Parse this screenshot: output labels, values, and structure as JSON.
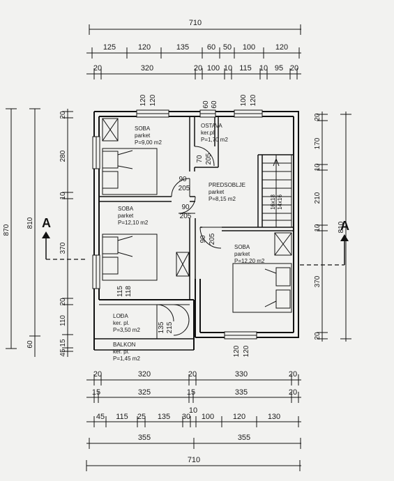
{
  "dims_top": {
    "total": "710",
    "row2": [
      "125",
      "120",
      "135",
      "60",
      "50",
      "100",
      "120"
    ],
    "row3": [
      "20",
      "320",
      "20",
      "100",
      "10",
      "115",
      "10",
      "95",
      "20"
    ]
  },
  "dims_bottom": {
    "row1": [
      "20",
      "320",
      "20",
      "330",
      "20"
    ],
    "row2": [
      "15",
      "325",
      "15",
      "335",
      "20"
    ],
    "row3_top": "10",
    "row3": [
      "45",
      "115",
      "25",
      "135",
      "30",
      "100",
      "120",
      "130"
    ],
    "row4": [
      "355",
      "355"
    ],
    "total": "710"
  },
  "dims_left": {
    "outer": "870",
    "inner": "810",
    "chain": [
      "20",
      "280",
      "10",
      "370",
      "20",
      "110",
      "60",
      "15",
      "45"
    ]
  },
  "dims_right": {
    "outer": "810",
    "chain": [
      "20",
      "170",
      "10",
      "210",
      "10",
      "370",
      "20"
    ]
  },
  "windows": {
    "w1": [
      "120",
      "120"
    ],
    "w2": [
      "60",
      "60"
    ],
    "w3": [
      "100",
      "120"
    ],
    "w4": [
      "120",
      "120"
    ]
  },
  "doors": {
    "d1": [
      "90",
      "205"
    ],
    "d2": [
      "90",
      "205"
    ],
    "d3": [
      "70",
      "205"
    ],
    "d4": [
      "90",
      "205"
    ],
    "d5": [
      "115",
      "118"
    ],
    "d6": [
      "135",
      "215"
    ],
    "stair": [
      "16x18",
      "14x16"
    ]
  },
  "rooms": {
    "soba1": {
      "name": "SOBA",
      "floor": "parket",
      "area": "P=9,00 m2"
    },
    "soba2": {
      "name": "SOBA",
      "floor": "parket",
      "area": "P=12,10 m2"
    },
    "soba3": {
      "name": "SOBA",
      "floor": "parket",
      "area": "P=12,20 m2"
    },
    "ostava": {
      "name": "OSTAVA",
      "floor": "ker.pl.",
      "area": "P=1,70 m2"
    },
    "predsoblje": {
      "name": "PREDSOBLJE",
      "floor": "parket",
      "area": "P=8,15 m2"
    },
    "loda": {
      "name": "LOĐA",
      "floor": "ker. pl.",
      "area": "P=3,50 m2"
    },
    "balkon": {
      "name": "BALKON",
      "floor": "ker. pl.",
      "area": "P=1,45 m2"
    }
  },
  "section_marker": "A"
}
